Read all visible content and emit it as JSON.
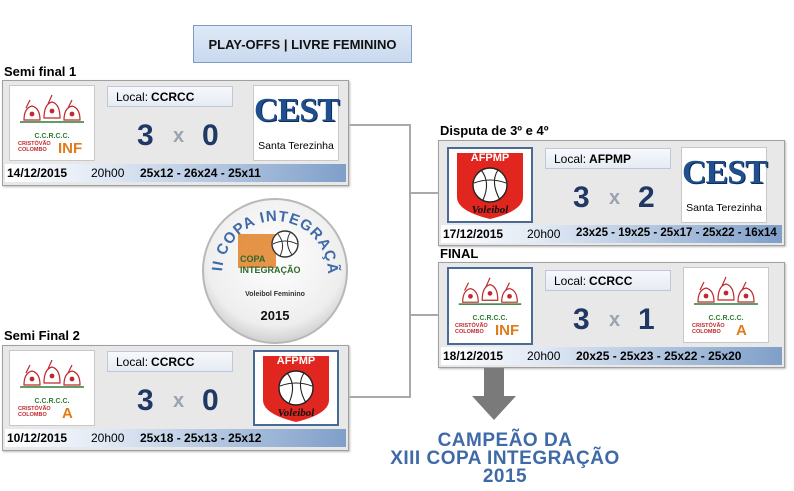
{
  "header": {
    "title": "PLAY-OFFS | LIVRE FEMININO"
  },
  "emblem": {
    "arc_text": "XIII COPA INTEGRAÇÃO",
    "inner_line1": "COPA",
    "inner_line2": "INTEGRAÇÃO",
    "subtitle": "Voleibol Feminino",
    "year": "2015"
  },
  "semi1": {
    "label": "Semi final 1",
    "local_label": "Local:",
    "local": "CCRCC",
    "home_name": "C.C.R.C.C.",
    "home_sub": "CRISTÓVÃO COLOMBO",
    "home_tag": "INF",
    "away_logo": "CEST",
    "away_name": "Santa Terezinha",
    "home_score": "3",
    "x": "x",
    "away_score": "0",
    "date": "14/12/2015",
    "time": "20h00",
    "sets": "25x12 - 26x24 - 25x11"
  },
  "semi2": {
    "label": "Semi Final 2",
    "local_label": "Local:",
    "local": "CCRCC",
    "home_name": "C.C.R.C.C.",
    "home_sub": "CRISTÓVÃO COLOMBO",
    "home_tag": "A",
    "away_logo": "AFPMP",
    "away_sub": "Voleibol",
    "home_score": "3",
    "x": "x",
    "away_score": "0",
    "date": "10/12/2015",
    "time": "20h00",
    "sets": "25x18 - 25x13 - 25x12"
  },
  "third": {
    "label": "Disputa de 3º e 4º",
    "local_label": "Local:",
    "local": "AFPMP",
    "home_logo": "AFPMP",
    "home_sub": "Voleibol",
    "away_logo": "CEST",
    "away_name": "Santa Terezinha",
    "home_score": "3",
    "x": "x",
    "away_score": "2",
    "date": "17/12/2015",
    "time": "20h00",
    "sets": "23x25 - 19x25 - 25x17 - 25x22 - 16x14"
  },
  "final": {
    "label": "FINAL",
    "local_label": "Local:",
    "local": "CCRCC",
    "home_name": "C.C.R.C.C.",
    "home_sub": "CRISTÓVÃO COLOMBO",
    "home_tag": "INF",
    "away_name": "C.C.R.C.C.",
    "away_sub": "CRISTÓVÃO COLOMBO",
    "away_tag": "A",
    "home_score": "3",
    "x": "x",
    "away_score": "1",
    "date": "18/12/2015",
    "time": "20h00",
    "sets": "20x25 - 25x23 - 25x22 - 25x20"
  },
  "champion": {
    "line1": "CAMPEÃO DA",
    "line2": "XIII COPA INTEGRAÇÃO",
    "line3": "2015"
  },
  "colors": {
    "accent": "#3f6aa8",
    "score": "#1f3864",
    "afpmp_red": "#e0261f",
    "crc_red": "#c0282d",
    "crc_green": "#2e7d32",
    "tag_orange": "#e07b1a"
  }
}
